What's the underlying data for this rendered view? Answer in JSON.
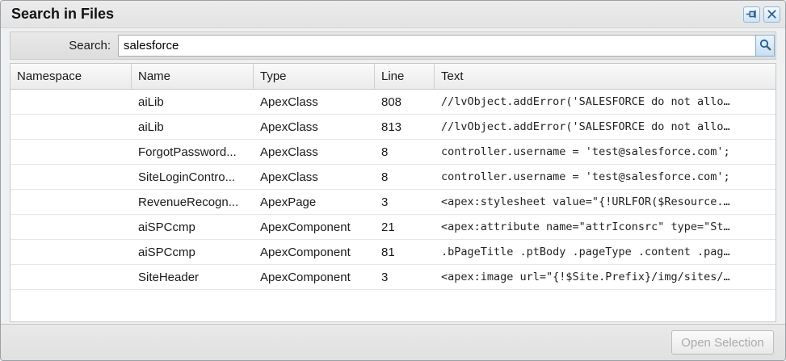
{
  "window": {
    "title": "Search in Files"
  },
  "titlebar": {
    "buttons": [
      {
        "name": "pin-button",
        "icon": "pin-icon"
      },
      {
        "name": "close-button",
        "icon": "close-icon"
      }
    ]
  },
  "search": {
    "label": "Search:",
    "value": "salesforce",
    "button_icon": "magnifier-icon"
  },
  "table": {
    "columns": [
      "Namespace",
      "Name",
      "Type",
      "Line",
      "Text"
    ],
    "rows": [
      {
        "namespace": "",
        "name": "aiLib",
        "type": "ApexClass",
        "line": "808",
        "text": "//lvObject.addError('SALESFORCE do not allo…"
      },
      {
        "namespace": "",
        "name": "aiLib",
        "type": "ApexClass",
        "line": "813",
        "text": "//lvObject.addError('SALESFORCE do not allo…"
      },
      {
        "namespace": "",
        "name": "ForgotPassword...",
        "type": "ApexClass",
        "line": "8",
        "text": "controller.username = 'test@salesforce.com';"
      },
      {
        "namespace": "",
        "name": "SiteLoginContro...",
        "type": "ApexClass",
        "line": "8",
        "text": "controller.username = 'test@salesforce.com';"
      },
      {
        "namespace": "",
        "name": "RevenueRecogn...",
        "type": "ApexPage",
        "line": "3",
        "text": "<apex:stylesheet value=\"{!URLFOR($Resource.…"
      },
      {
        "namespace": "",
        "name": "aiSPCcmp",
        "type": "ApexComponent",
        "line": "21",
        "text": "<apex:attribute name=\"attrIconsrc\" type=\"St…"
      },
      {
        "namespace": "",
        "name": "aiSPCcmp",
        "type": "ApexComponent",
        "line": "81",
        "text": ".bPageTitle .ptBody .pageType .content .pag…"
      },
      {
        "namespace": "",
        "name": "SiteHeader",
        "type": "ApexComponent",
        "line": "3",
        "text": "<apex:image url=\"{!$Site.Prefix}/img/sites/…"
      }
    ]
  },
  "footer": {
    "open_selection_label": "Open Selection"
  },
  "colors": {
    "accent_blue": "#2e5c8a",
    "button_border_blue": "#86aed2",
    "titlebar_bg": "#e8e8e8",
    "row_separator": "#e6e6e6",
    "disabled_text": "#aaaaaa"
  }
}
